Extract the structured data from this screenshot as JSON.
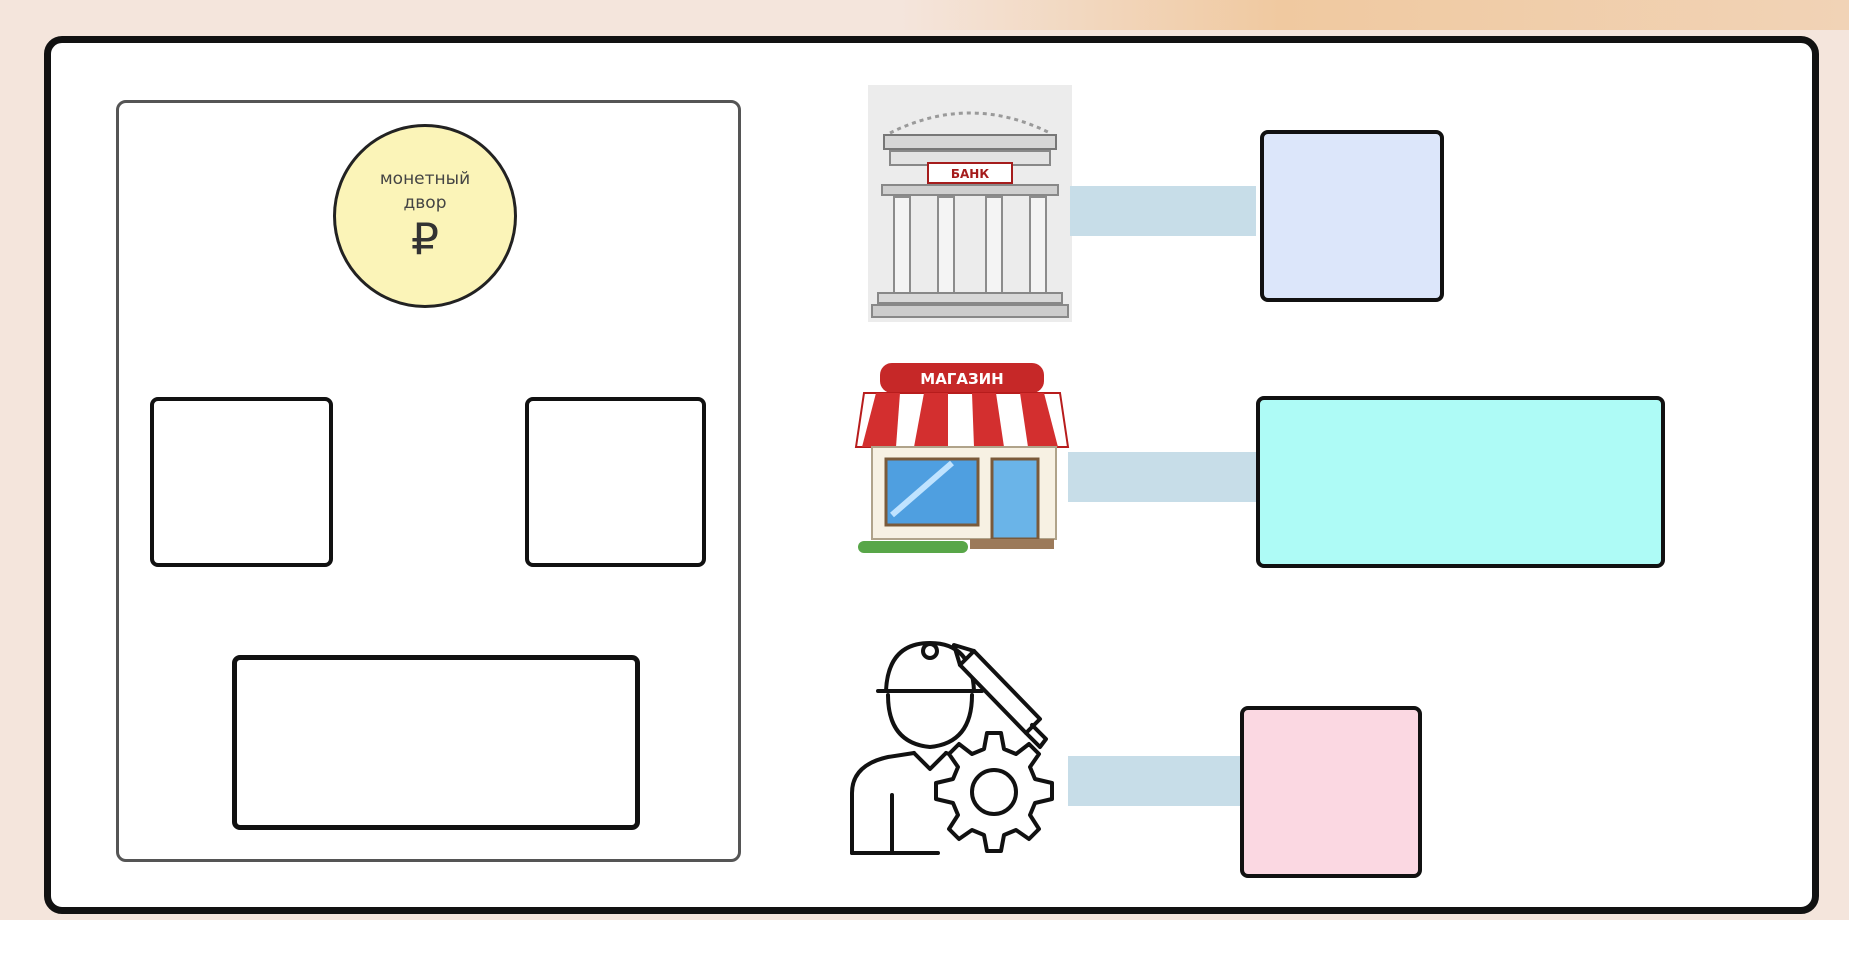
{
  "mint": {
    "line1": "монетный",
    "line2": "двор",
    "currency_symbol": "₽",
    "fill_color": "#fbf4b8"
  },
  "bank": {
    "sign": "БАНК",
    "icon": "bank-building-icon",
    "answer_box_color": "#dce6fa"
  },
  "store": {
    "sign": "МАГАЗИН",
    "icon": "store-awning-icon",
    "answer_box_color": "#aefbf6"
  },
  "engineer": {
    "icon": "engineer-gear-pencil-icon",
    "answer_box_color": "#fbd8e2"
  },
  "connector_color": "#c7dde8"
}
